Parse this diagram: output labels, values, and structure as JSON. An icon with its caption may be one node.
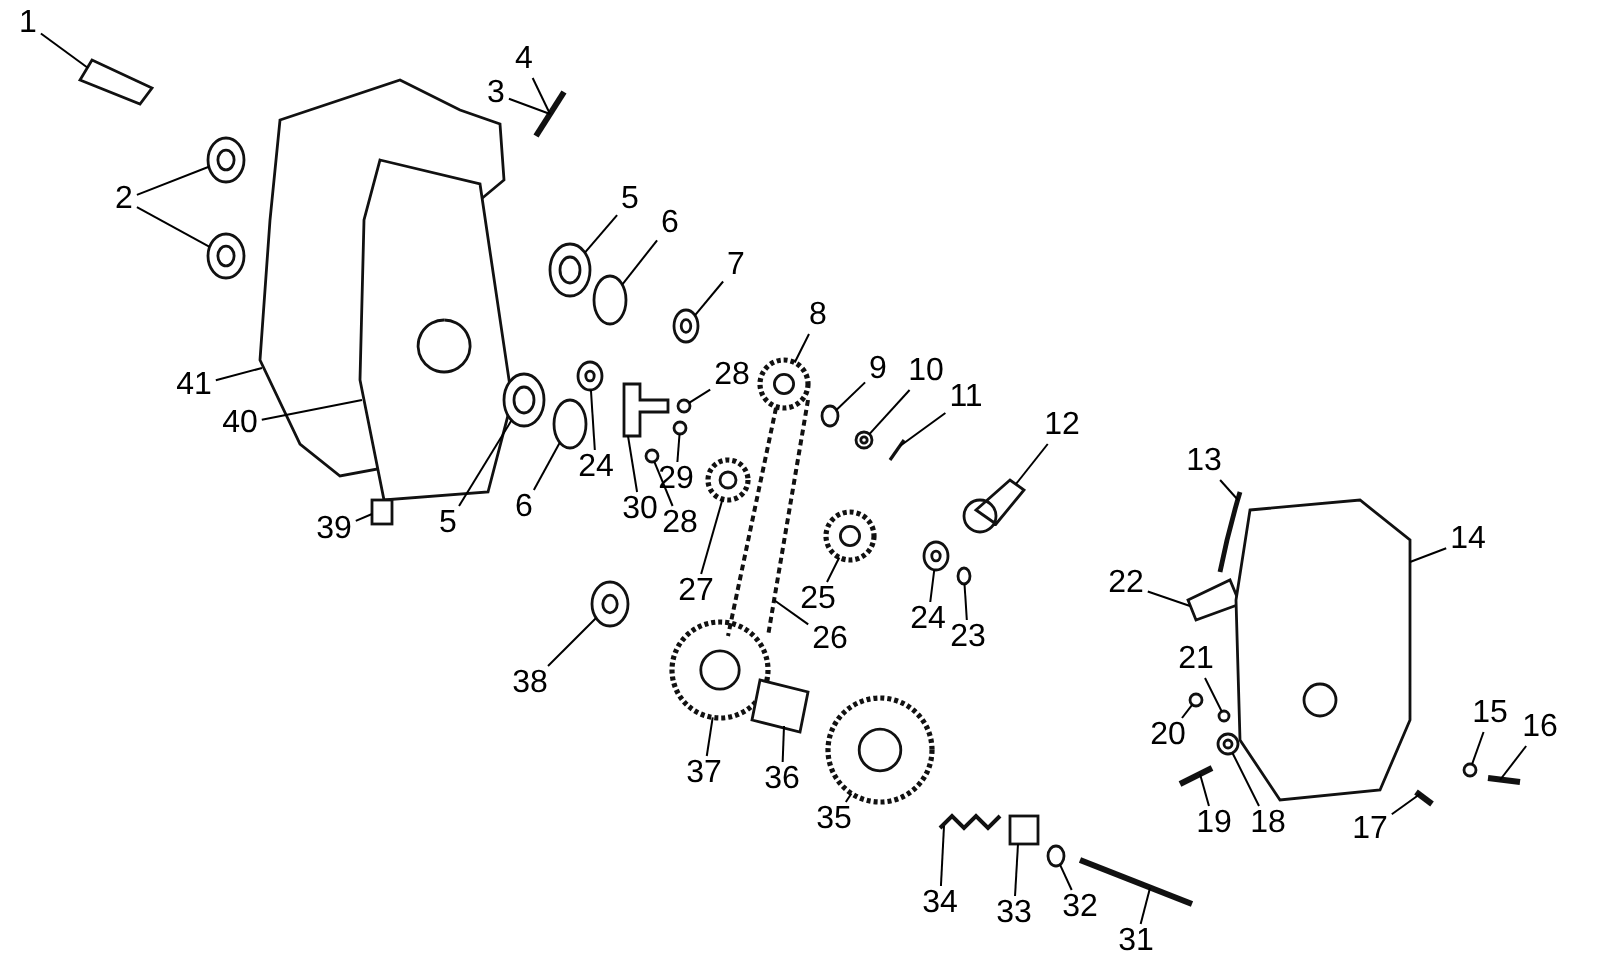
{
  "diagram": {
    "nodes": [
      {
        "text": [
          "1"
        ]
      },
      {
        "text": [
          "4"
        ]
      },
      {
        "text": [
          "3"
        ]
      },
      {
        "text": [
          "2"
        ]
      },
      {
        "text": [
          "5"
        ]
      },
      {
        "text": [
          "6"
        ]
      },
      {
        "text": [
          "7"
        ]
      },
      {
        "text": [
          "8"
        ]
      },
      {
        "text": [
          "9"
        ]
      },
      {
        "text": [
          "10"
        ]
      },
      {
        "text": [
          "41"
        ]
      },
      {
        "text": [
          "11"
        ]
      },
      {
        "text": [
          "28"
        ]
      },
      {
        "text": [
          "40"
        ]
      },
      {
        "text": [
          "12"
        ]
      },
      {
        "text": [
          "24"
        ]
      },
      {
        "text": [
          "13"
        ]
      },
      {
        "text": [
          "29"
        ]
      },
      {
        "text": [
          "5"
        ]
      },
      {
        "text": [
          "6"
        ]
      },
      {
        "text": [
          "30"
        ]
      },
      {
        "text": [
          "28"
        ]
      },
      {
        "text": [
          "39"
        ]
      },
      {
        "text": [
          "14"
        ]
      },
      {
        "text": [
          "27"
        ]
      },
      {
        "text": [
          "22"
        ]
      },
      {
        "text": [
          "25"
        ]
      },
      {
        "text": [
          "24"
        ]
      },
      {
        "text": [
          "23"
        ]
      },
      {
        "text": [
          "26"
        ]
      },
      {
        "text": [
          "21"
        ]
      },
      {
        "text": [
          "38"
        ]
      },
      {
        "text": [
          "15"
        ]
      },
      {
        "text": [
          "16"
        ]
      },
      {
        "text": [
          "20"
        ]
      },
      {
        "text": [
          "37"
        ]
      },
      {
        "text": [
          "36"
        ]
      },
      {
        "text": [
          "18"
        ]
      },
      {
        "text": [
          "19"
        ]
      },
      {
        "text": [
          "35"
        ]
      },
      {
        "text": [
          "17"
        ]
      },
      {
        "text": [
          "34"
        ]
      },
      {
        "text": [
          "32"
        ]
      },
      {
        "text": [
          "33"
        ]
      },
      {
        "text": [
          "31"
        ]
      },
      {
        "text": [],
        "shape": "picture"
      },
      {
        "text": [],
        "shape": "picture"
      },
      {
        "text": [],
        "shape": "picture"
      },
      {
        "text": [],
        "shape": "picture"
      },
      {
        "text": [],
        "shape": "picture"
      },
      {
        "text": [],
        "shape": "box"
      },
      {
        "text": [],
        "shape": "picture"
      },
      {
        "text": [],
        "shape": "picture"
      },
      {
        "text": [],
        "shape": "picture"
      },
      {
        "text": [],
        "shape": "circle"
      },
      {
        "text": [],
        "shape": "circle"
      },
      {
        "text": [],
        "shape": "picture"
      },
      {
        "text": [],
        "shape": "picture"
      },
      {
        "text": [],
        "shape": "picture"
      },
      {
        "text": [],
        "shape": "circle"
      },
      {
        "text": [],
        "shape": "circle"
      },
      {
        "text": [],
        "shape": "circle"
      },
      {
        "text": [],
        "shape": "picture"
      },
      {
        "text": [],
        "shape": "picture"
      },
      {
        "text": [],
        "shape": "picture"
      },
      {
        "text": [],
        "shape": "picture"
      },
      {
        "text": [],
        "shape": "picture"
      },
      {
        "text": [],
        "shape": "picture"
      },
      {
        "text": [],
        "shape": "circle"
      },
      {
        "text": [],
        "shape": "picture"
      },
      {
        "text": [],
        "shape": "picture"
      },
      {
        "text": [],
        "shape": "picture"
      },
      {
        "text": [],
        "shape": "picture"
      },
      {
        "text": [],
        "shape": "picture"
      },
      {
        "text": [],
        "shape": "picture"
      },
      {
        "text": [],
        "shape": "circle"
      },
      {
        "text": [],
        "shape": "picture"
      },
      {
        "text": [],
        "shape": "box"
      },
      {
        "text": [],
        "shape": "circle"
      },
      {
        "text": [],
        "shape": "picture"
      },
      {
        "text": [],
        "shape": "picture"
      },
      {
        "text": [],
        "shape": "picture"
      },
      {
        "text": [],
        "shape": "circle"
      },
      {
        "text": [],
        "shape": "picture"
      },
      {
        "text": [],
        "shape": "circle"
      },
      {
        "text": [],
        "shape": "picture"
      },
      {
        "text": [],
        "shape": "picture"
      },
      {
        "text": [],
        "shape": "picture"
      },
      {
        "text": [],
        "shape": "circle"
      },
      {
        "text": [],
        "shape": "picture"
      }
    ],
    "edges": [
      {
        "from": 0,
        "to": 45,
        "arrow": "none"
      },
      {
        "from": 1,
        "to": 51,
        "arrow": "none"
      },
      {
        "from": 2,
        "to": 51,
        "arrow": "none"
      },
      {
        "from": 3,
        "to": 46,
        "arrow": "none"
      },
      {
        "from": 4,
        "to": 52,
        "arrow": "none"
      },
      {
        "from": 5,
        "to": 54,
        "arrow": "none"
      },
      {
        "from": 6,
        "to": 62,
        "arrow": "none"
      },
      {
        "from": 7,
        "to": 66,
        "arrow": "none"
      },
      {
        "from": 8,
        "to": 68,
        "arrow": "none"
      },
      {
        "from": 9,
        "to": 70,
        "arrow": "none"
      },
      {
        "from": 10,
        "to": 48,
        "arrow": "none"
      },
      {
        "from": 11,
        "to": 72,
        "arrow": "none"
      },
      {
        "from": 12,
        "to": 59,
        "arrow": "none"
      },
      {
        "from": 13,
        "to": 49,
        "arrow": "none"
      },
      {
        "from": 14,
        "to": 76,
        "arrow": "none"
      },
      {
        "from": 15,
        "to": 56,
        "arrow": "none"
      },
      {
        "from": 16,
        "to": 83,
        "arrow": "none"
      },
      {
        "from": 17,
        "to": 61,
        "arrow": "none"
      },
      {
        "from": 18,
        "to": 53,
        "arrow": "none"
      },
      {
        "from": 19,
        "to": 55,
        "arrow": "none"
      },
      {
        "from": 20,
        "to": 58,
        "arrow": "none"
      },
      {
        "from": 21,
        "to": 60,
        "arrow": "none"
      },
      {
        "from": 22,
        "to": 50,
        "arrow": "none"
      },
      {
        "from": 23,
        "to": 86,
        "arrow": "none"
      },
      {
        "from": 24,
        "to": 64,
        "arrow": "none"
      },
      {
        "from": 25,
        "to": 81,
        "arrow": "none"
      },
      {
        "from": 26,
        "to": 69,
        "arrow": "none"
      },
      {
        "from": 27,
        "to": 74,
        "arrow": "none"
      },
      {
        "from": 28,
        "to": 75,
        "arrow": "none"
      },
      {
        "from": 29,
        "to": 67,
        "arrow": "none"
      },
      {
        "from": 30,
        "to": 84,
        "arrow": "none"
      },
      {
        "from": 31,
        "to": 57,
        "arrow": "none"
      },
      {
        "from": 32,
        "to": 88,
        "arrow": "none"
      },
      {
        "from": 33,
        "to": 89,
        "arrow": "none"
      },
      {
        "from": 34,
        "to": 82,
        "arrow": "none"
      },
      {
        "from": 35,
        "to": 63,
        "arrow": "none"
      },
      {
        "from": 36,
        "to": 65,
        "arrow": "none"
      },
      {
        "from": 37,
        "to": 85,
        "arrow": "none"
      },
      {
        "from": 38,
        "to": 80,
        "arrow": "none"
      },
      {
        "from": 39,
        "to": 71,
        "arrow": "none"
      },
      {
        "from": 40,
        "to": 87,
        "arrow": "none"
      },
      {
        "from": 41,
        "to": 73,
        "arrow": "none"
      },
      {
        "from": 42,
        "to": 78,
        "arrow": "none"
      },
      {
        "from": 43,
        "to": 77,
        "arrow": "none"
      },
      {
        "from": 44,
        "to": 79,
        "arrow": "none"
      },
      {
        "from": 3,
        "to": 47,
        "arrow": "none"
      }
    ]
  }
}
